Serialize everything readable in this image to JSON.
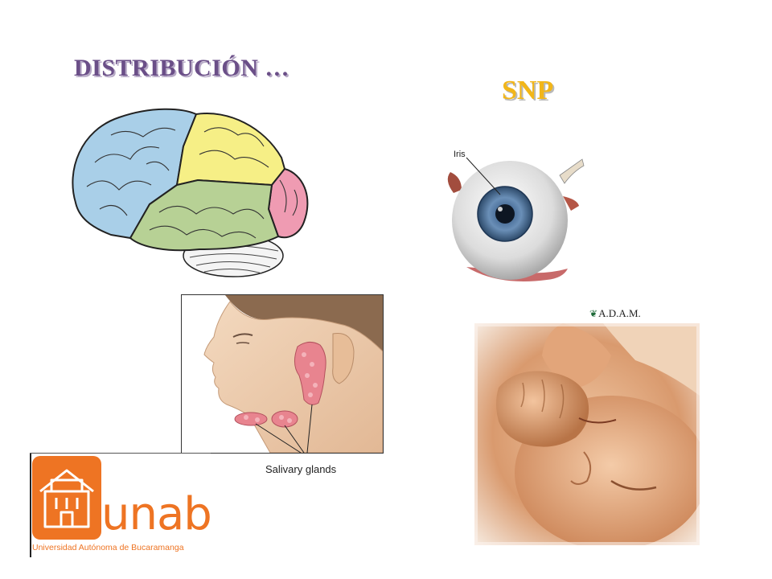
{
  "titles": {
    "distribution": "DISTRIBUCIÓN …",
    "snp": "SNP"
  },
  "labels": {
    "iris": "Iris",
    "adam": "A.D.A.M.",
    "salivary": "Salivary glands"
  },
  "logo": {
    "name": "unab",
    "university": "Universidad Autónoma de Bucaramanga",
    "color": "#ee7423"
  },
  "colors": {
    "distribution_title": "#6b4f88",
    "snp_title": "#f2b619",
    "brain_frontal": "#a9cfe8",
    "brain_parietal": "#f6ef86",
    "brain_temporal": "#b7d195",
    "brain_occipital": "#ef9bb2"
  }
}
